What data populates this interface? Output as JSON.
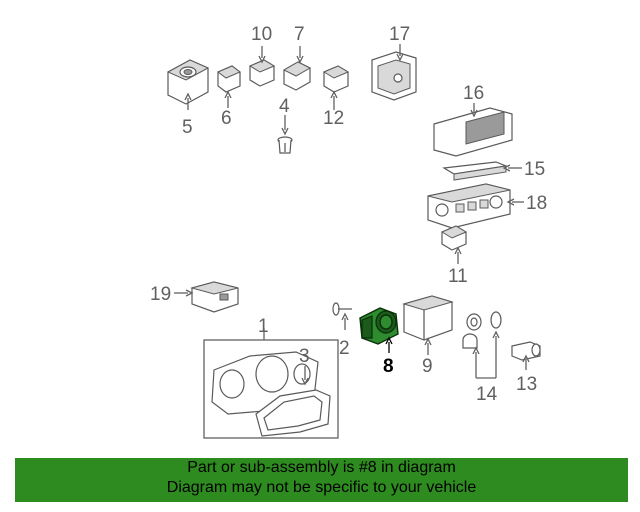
{
  "diagram": {
    "callouts": [
      {
        "id": "1",
        "label": "1"
      },
      {
        "id": "2",
        "label": "2"
      },
      {
        "id": "3",
        "label": "3"
      },
      {
        "id": "4",
        "label": "4"
      },
      {
        "id": "5",
        "label": "5"
      },
      {
        "id": "6",
        "label": "6"
      },
      {
        "id": "7",
        "label": "7"
      },
      {
        "id": "8",
        "label": "8",
        "highlighted": true
      },
      {
        "id": "9",
        "label": "9"
      },
      {
        "id": "10",
        "label": "10"
      },
      {
        "id": "11",
        "label": "11"
      },
      {
        "id": "12",
        "label": "12"
      },
      {
        "id": "13",
        "label": "13"
      },
      {
        "id": "14",
        "label": "14"
      },
      {
        "id": "15",
        "label": "15"
      },
      {
        "id": "16",
        "label": "16"
      },
      {
        "id": "17",
        "label": "17"
      },
      {
        "id": "18",
        "label": "18"
      },
      {
        "id": "19",
        "label": "19"
      }
    ],
    "highlight_color": "#2e8b2e"
  },
  "footer": {
    "line1": "Part or sub-assembly is #8 in diagram",
    "line2": "Diagram may not be specific to your vehicle",
    "background": "#2e8b1f"
  }
}
